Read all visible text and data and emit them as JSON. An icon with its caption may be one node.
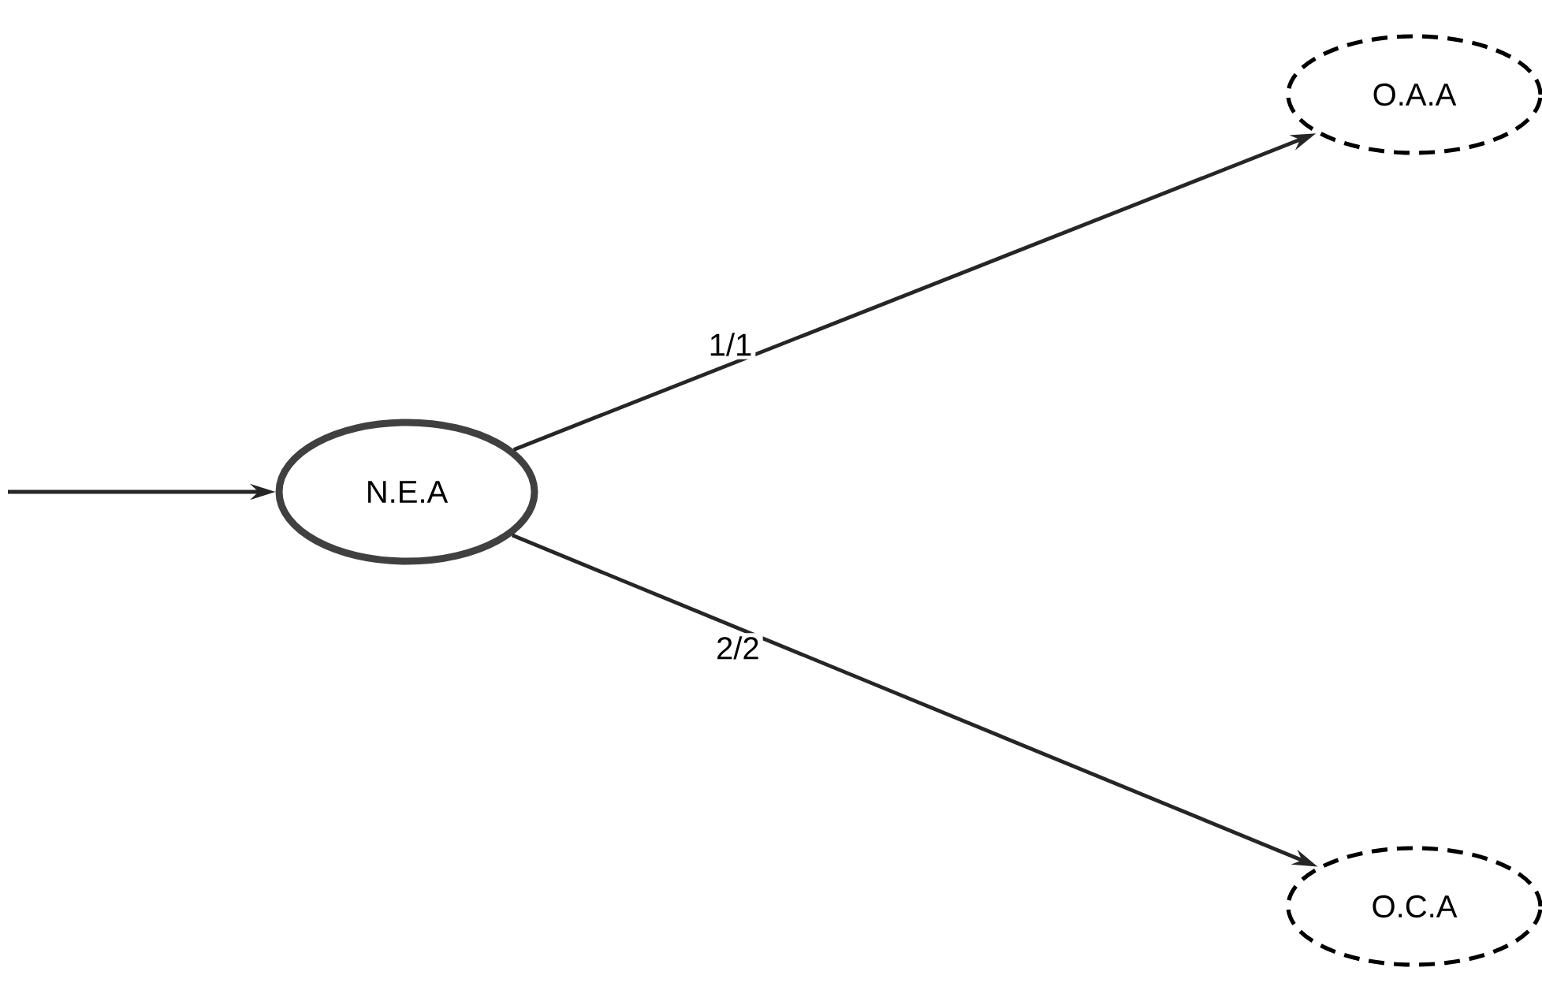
{
  "diagram": {
    "nodes": [
      {
        "text": [
          "N.E.A"
        ]
      },
      {
        "text": [
          "O.A.A"
        ]
      },
      {
        "text": [
          "O.C.A"
        ]
      }
    ],
    "edges": [
      {
        "from": null,
        "to": 0,
        "arrow": "to"
      },
      {
        "from": 0,
        "to": 1,
        "arrow": "to",
        "label": "1/1"
      },
      {
        "from": 0,
        "to": 2,
        "arrow": "to",
        "label": "2/2"
      }
    ]
  }
}
